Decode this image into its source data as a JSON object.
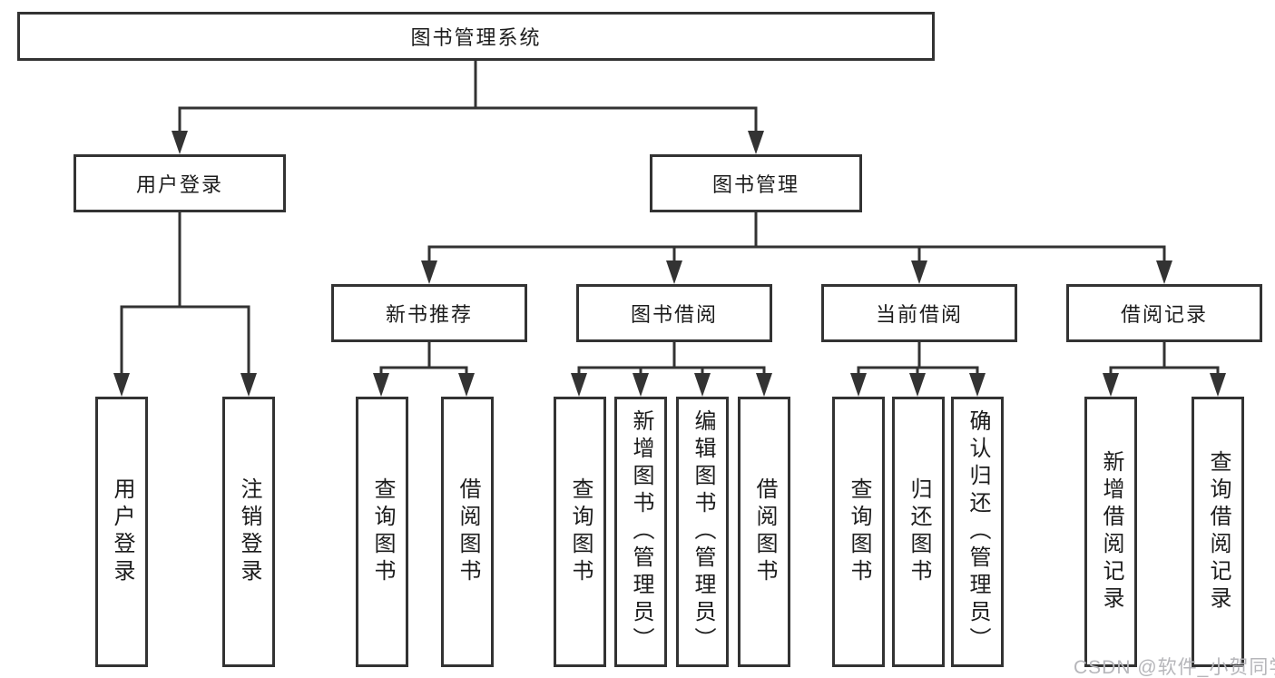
{
  "diagram": {
    "root": "图书管理系统",
    "branches": [
      "用户登录",
      "图书管理"
    ],
    "modules": [
      "新书推荐",
      "图书借阅",
      "当前借阅",
      "借阅记录"
    ],
    "leaves": [
      "用户登录",
      "注销登录",
      "查询图书",
      "借阅图书",
      "查询图书",
      "新增图书（管理员）",
      "编辑图书（管理员）",
      "借阅图书",
      "查询图书",
      "归还图书",
      "确认归还（管理员）",
      "新增借阅记录",
      "查询借阅记录"
    ],
    "hierarchy": {
      "用户登录": [
        "用户登录",
        "注销登录"
      ],
      "图书管理": [
        "新书推荐",
        "图书借阅",
        "当前借阅",
        "借阅记录"
      ],
      "新书推荐": [
        "查询图书",
        "借阅图书"
      ],
      "图书借阅": [
        "查询图书",
        "新增图书（管理员）",
        "编辑图书（管理员）",
        "借阅图书"
      ],
      "当前借阅": [
        "查询图书",
        "归还图书",
        "确认归还（管理员）"
      ],
      "借阅记录": [
        "新增借阅记录",
        "查询借阅记录"
      ]
    },
    "colors": {
      "line": "#333333",
      "text": "#1c1c1c",
      "box_background": "#ffffff",
      "watermark": "#b6b6ba"
    },
    "watermark": "CSDN @软件_小贺同学"
  }
}
